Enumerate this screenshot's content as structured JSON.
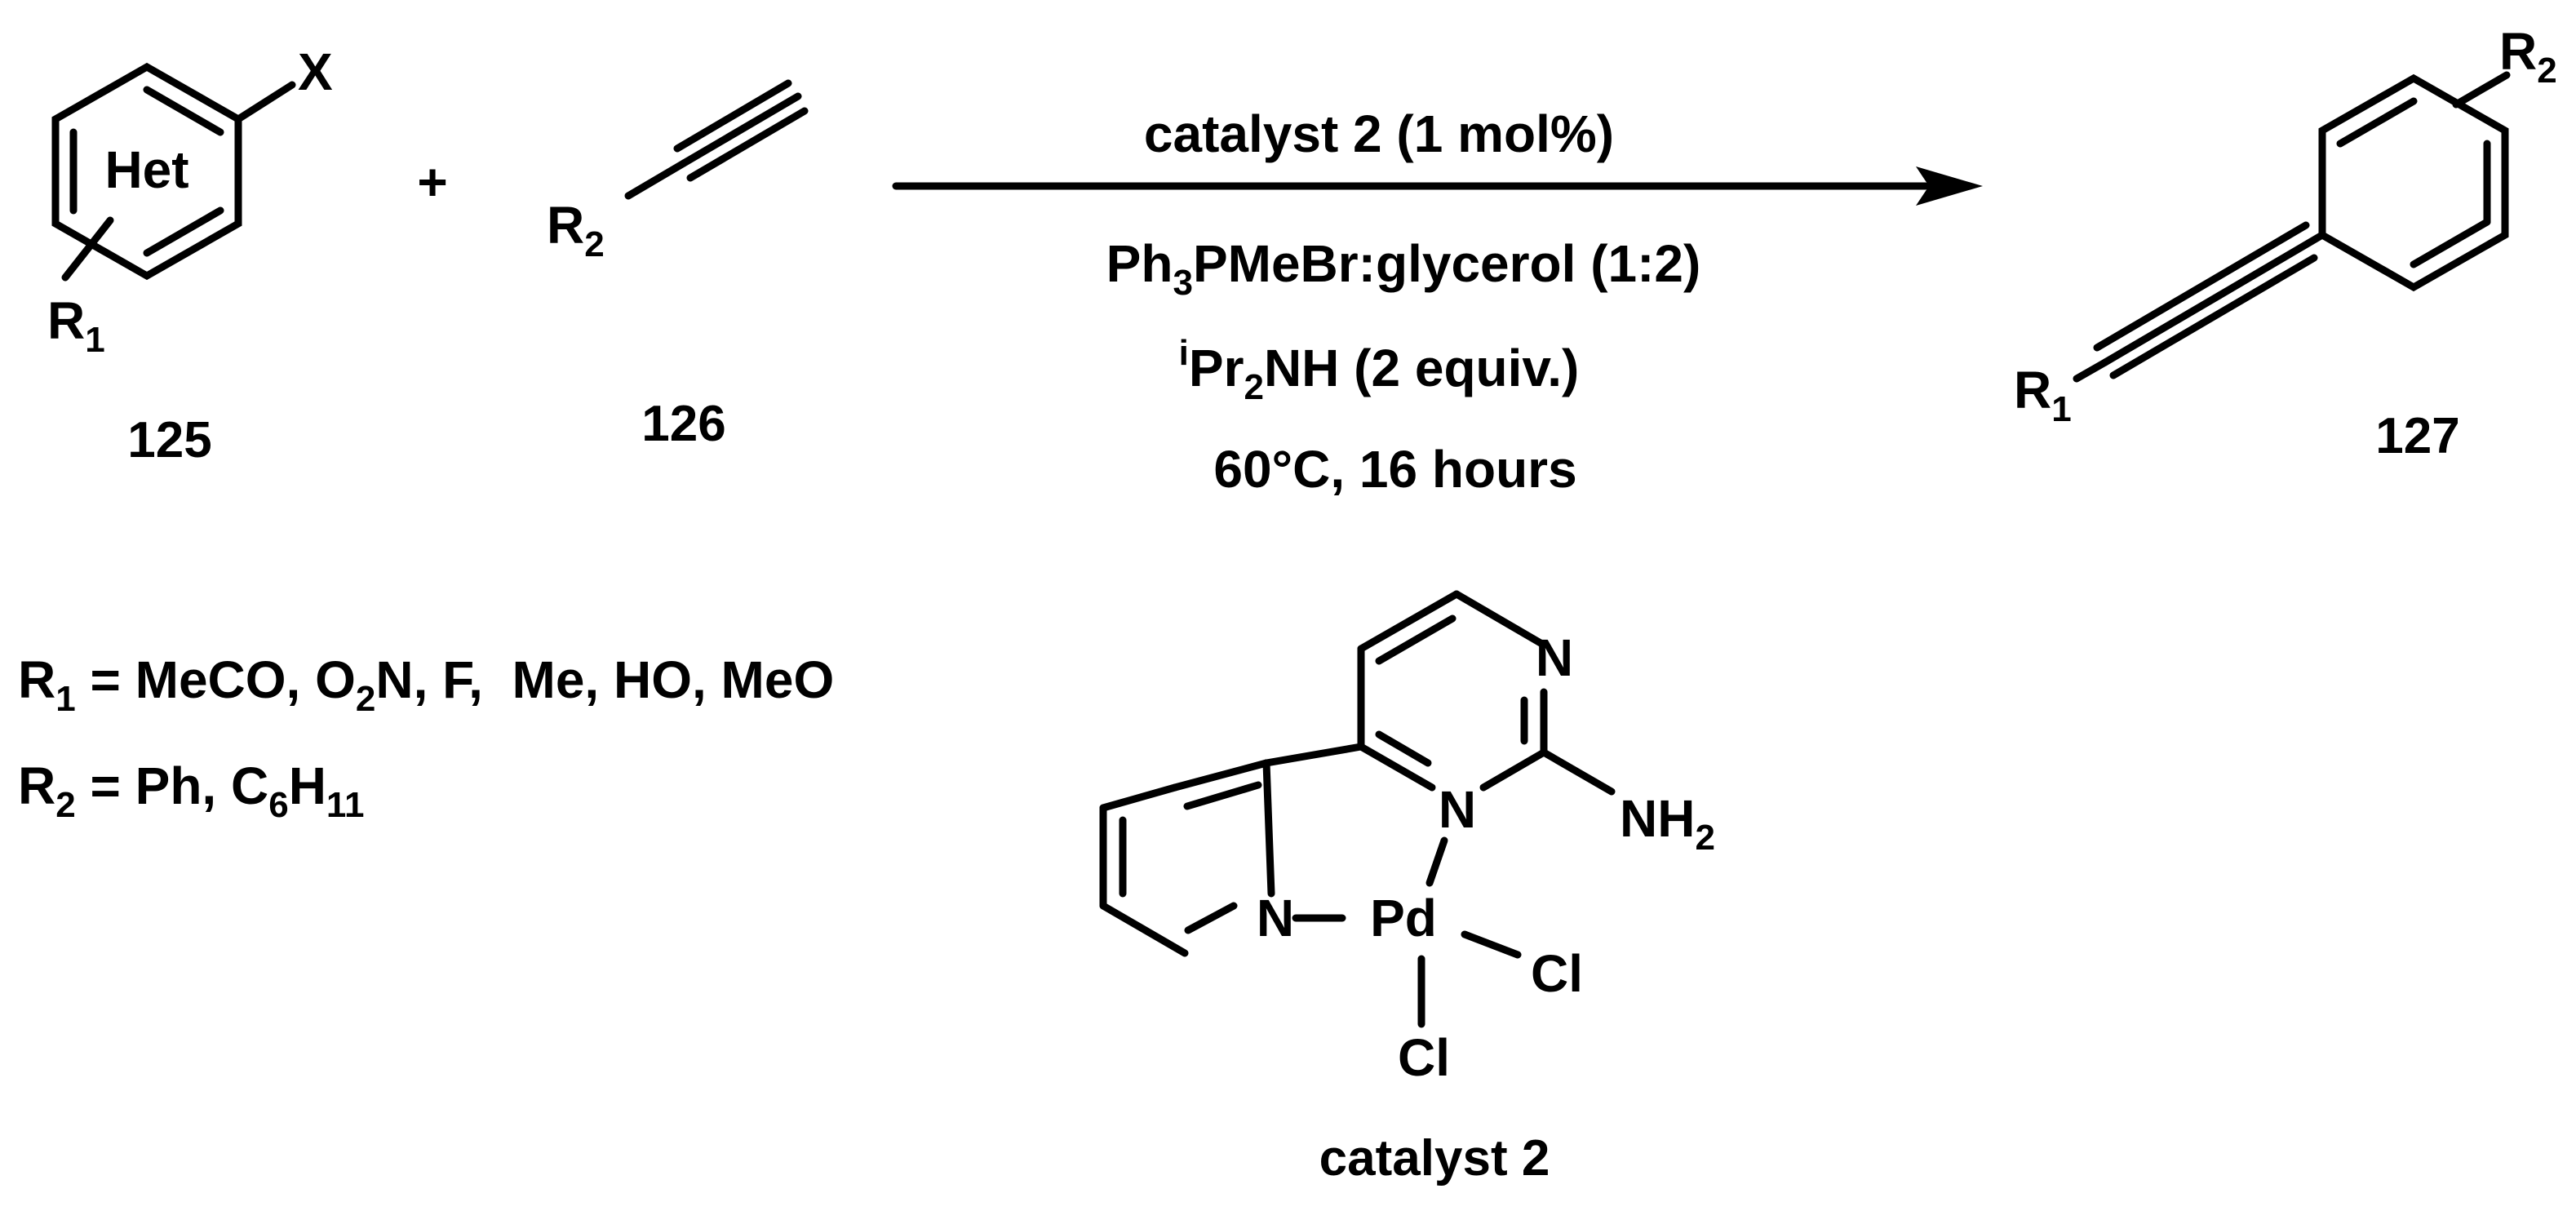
{
  "reactant_125": {
    "leaving_group": "X",
    "ring_label": "Het",
    "substituent": "R",
    "substituent_sub": "1",
    "number": "125"
  },
  "plus_sign": "+",
  "reactant_126": {
    "substituent": "R",
    "substituent_sub": "2",
    "number": "126"
  },
  "conditions": {
    "catalyst_line": "catalyst 2 (1 mol%)",
    "solvent_a": "Ph",
    "solvent_a_sub": "3",
    "solvent_b": "PMeBr:glycerol (1:2)",
    "base_sup": "i",
    "base_a": "Pr",
    "base_a_sub": "2",
    "base_b": "NH (2 equiv.)",
    "temp_time": "60°C, 16 hours"
  },
  "product_127": {
    "substituent_top": "R",
    "substituent_top_sub": "2",
    "substituent_left": "R",
    "substituent_left_sub": "1",
    "number": "127"
  },
  "definitions": {
    "r1_label": "R",
    "r1_sub": "1",
    "r1_a": " = MeCO, O",
    "r1_a_sub": "2",
    "r1_b": "N, F,  Me, HO, MeO",
    "r2_label": "R",
    "r2_sub": "2",
    "r2_a": " = Ph, C",
    "r2_a_sub": "6",
    "r2_b": "H",
    "r2_b_sub": "11"
  },
  "catalyst_2": {
    "pyrimidine_n_top": "N",
    "pyrimidine_n_bottom": "N",
    "amine": "NH",
    "amine_sub": "2",
    "pyridine_n": "N",
    "metal": "Pd",
    "chloride_1": "Cl",
    "chloride_2": "Cl",
    "label": "catalyst 2"
  }
}
